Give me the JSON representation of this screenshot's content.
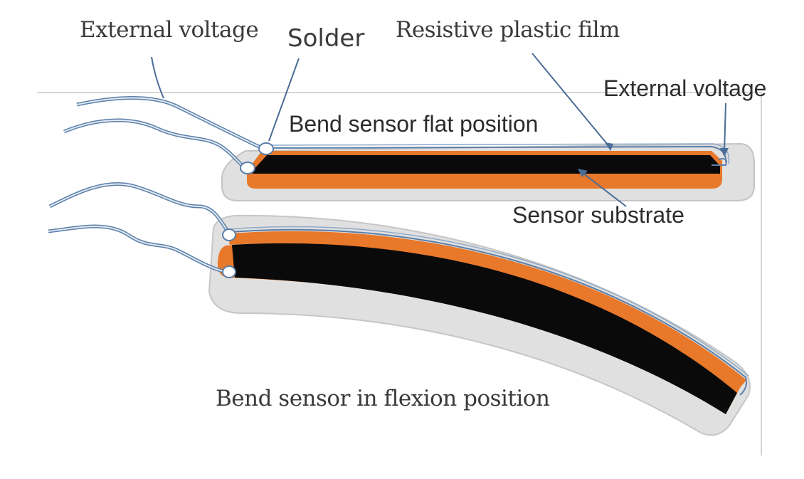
{
  "labels": {
    "external_voltage_left": "External voltage",
    "solder": "Solder",
    "resistive_film": "Resistive plastic film",
    "external_voltage_right": "External voltage",
    "flat_position": "Bend sensor flat position",
    "sensor_substrate": "Sensor substrate",
    "flexion_position": "Bend sensor in flexion position"
  },
  "colors": {
    "background": "#ffffff",
    "housing": "#e0e0e0",
    "substrate": "#e8782a",
    "resistive_layer": "#0a0a0a",
    "wire": "#5b7fa8",
    "leader_line": "#4a6d96",
    "solder_joint": "#ffffff",
    "frame_line": "#c8c8c8"
  },
  "icons": {
    "solder_joint": "solder-dot-icon",
    "wire": "wire-icon"
  }
}
